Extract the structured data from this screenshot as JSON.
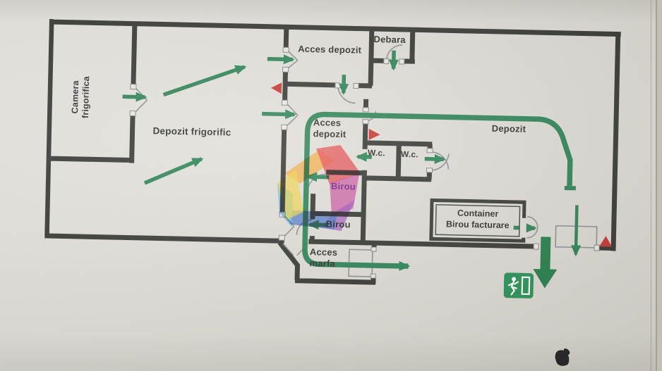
{
  "photo": {
    "description": "Photograph of a printed evacuation floor plan lying on a grey surface"
  },
  "plan": {
    "rooms": {
      "camera_frigorifica": {
        "line1": "Camera",
        "line2": "frigorifica"
      },
      "depozit_frigorific": {
        "label": "Depozit frigorific"
      },
      "acces_depozit_top": {
        "label": "Acces depozit"
      },
      "debara": {
        "label": "Debara"
      },
      "acces_depozit_mid": {
        "line1": "Acces",
        "line2": "depozit"
      },
      "wc_left": {
        "label": "W.c."
      },
      "wc_right": {
        "label": "W.c."
      },
      "depozit": {
        "label": "Depozit"
      },
      "birou_upper": {
        "label": "Birou"
      },
      "birou_lower": {
        "label": "Birou"
      },
      "container": {
        "line1": "Container",
        "line2": "Birou facturare"
      },
      "acces_marfa": {
        "line1": "Acces",
        "line2": "marfa"
      }
    },
    "colors": {
      "wall": "#282a26",
      "route_green": "#1d7a4a",
      "marker_red": "#c22a22",
      "exit_sign_green": "#1b8a4c",
      "paper": "#dedbd5",
      "watermark_palette": [
        "#f59e1f",
        "#e4262c",
        "#c12a8c",
        "#8d35b5",
        "#2a5fc0",
        "#46aee6",
        "#efcf25"
      ]
    },
    "icons": {
      "exit_sign": "running-man-exit-icon",
      "evacuation_marker": "red-triangle-marker",
      "watermark": "colorful-cube-watermark"
    }
  }
}
